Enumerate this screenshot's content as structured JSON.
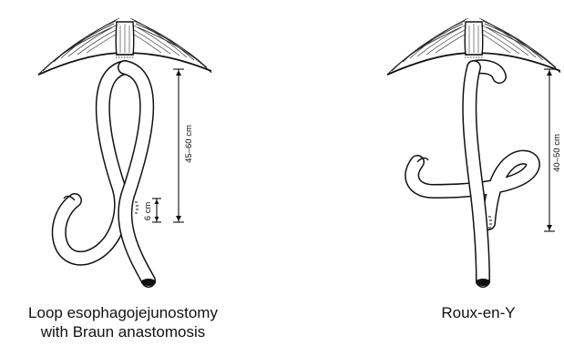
{
  "figure": {
    "left_panel": {
      "caption_line1": "Loop esophagojejunostomy",
      "caption_line2": "with Braun anastomosis",
      "dimension_long": "45–60 cm",
      "dimension_short": "6 cm"
    },
    "right_panel": {
      "caption": "Roux-en-Y",
      "dimension_long": "40–50 cm"
    }
  }
}
